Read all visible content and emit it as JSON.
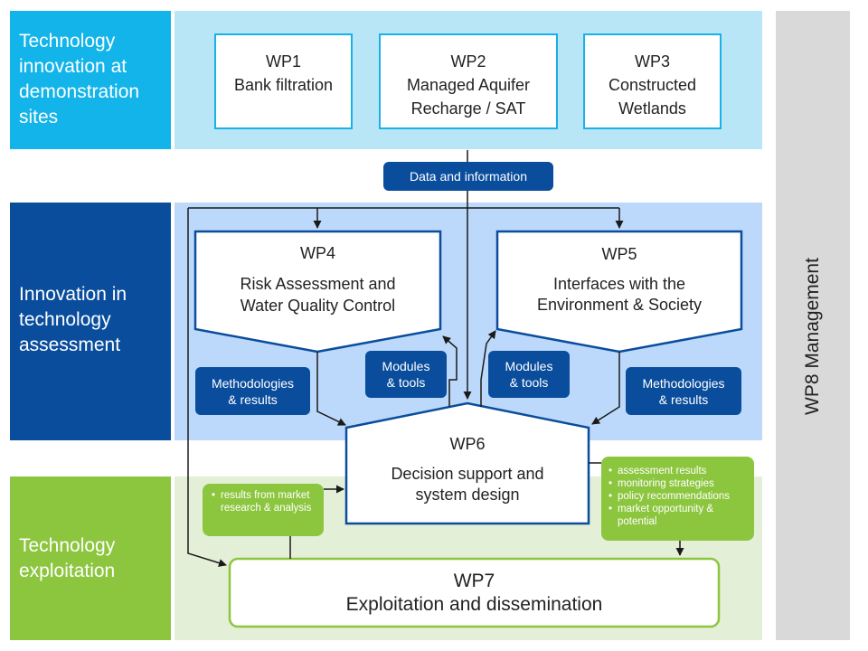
{
  "bands": {
    "demo": {
      "label_lines": [
        "Technology",
        "innovation at",
        "demonstration",
        "sites"
      ],
      "color": "#13b4ea",
      "bg": "#b9e6f7"
    },
    "assessment": {
      "label_lines": [
        "Innovation in",
        "technology",
        "assessment"
      ],
      "color": "#0a4d9c",
      "bg": "#bcd9fb"
    },
    "exploitation": {
      "label_lines": [
        "Technology",
        "exploitation"
      ],
      "color": "#8cc63f",
      "bg": "#e3efd6"
    }
  },
  "management": {
    "label": "WP8 Management",
    "bg": "#d9d9d9"
  },
  "wp1": {
    "lines": [
      "WP1",
      "Bank filtration"
    ]
  },
  "wp2": {
    "lines": [
      "WP2",
      "Managed Aquifer",
      "Recharge / SAT"
    ]
  },
  "wp3": {
    "lines": [
      "WP3",
      "Constructed",
      "Wetlands"
    ]
  },
  "data_info": "Data and information",
  "wp4": {
    "lines": [
      "WP4",
      "Risk Assessment and",
      "Water Quality Control"
    ]
  },
  "wp5": {
    "lines": [
      "WP5",
      "Interfaces with the",
      "Environment  & Society"
    ]
  },
  "wp6": {
    "lines": [
      "WP6",
      "Decision support and",
      "system design"
    ]
  },
  "wp7": {
    "lines": [
      "WP7",
      "Exploitation and dissemination"
    ]
  },
  "pills": {
    "meth_left": [
      "Methodologies",
      "& results"
    ],
    "modules_left": [
      "Modules",
      "& tools"
    ],
    "modules_right": [
      "Modules",
      "& tools"
    ],
    "meth_right": [
      "Methodologies",
      "& results"
    ]
  },
  "market_note": [
    "results from market research & analysis"
  ],
  "outputs_note": [
    "assessment results",
    "monitoring strategies",
    "policy recommendations",
    "market opportunity & potential"
  ],
  "colors": {
    "navy": "#0a4d9c",
    "cyan": "#1ab0e8",
    "green": "#8cc63f",
    "arrow": "#1a1a1a"
  }
}
